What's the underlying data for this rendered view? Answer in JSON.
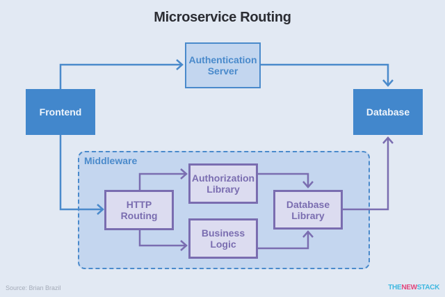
{
  "title": "Microservice Routing",
  "nodes": {
    "frontend": "Frontend",
    "auth_server": "Authentication\nServer",
    "database": "Database",
    "http_routing": "HTTP\nRouting",
    "authz_library": "Authorization\nLibrary",
    "business_logic": "Business\nLogic",
    "db_library": "Database\nLibrary"
  },
  "groups": {
    "middleware": "Middleware"
  },
  "edges": [
    {
      "from": "Frontend",
      "to": "Authentication Server"
    },
    {
      "from": "Authentication Server",
      "to": "Database"
    },
    {
      "from": "Frontend",
      "to": "HTTP Routing"
    },
    {
      "from": "HTTP Routing",
      "to": "Authorization Library"
    },
    {
      "from": "HTTP Routing",
      "to": "Business Logic"
    },
    {
      "from": "Authorization Library",
      "to": "Database Library"
    },
    {
      "from": "Business Logic",
      "to": "Database Library"
    },
    {
      "from": "Database Library",
      "to": "Database"
    }
  ],
  "colors": {
    "blue": "#4287cc",
    "purple": "#7a6db0",
    "background": "#e2e9f3"
  },
  "footer": {
    "source": "Source: Brian Brazil",
    "brand_part1": "THE",
    "brand_part2": "NEW",
    "brand_part3": "STACK"
  }
}
